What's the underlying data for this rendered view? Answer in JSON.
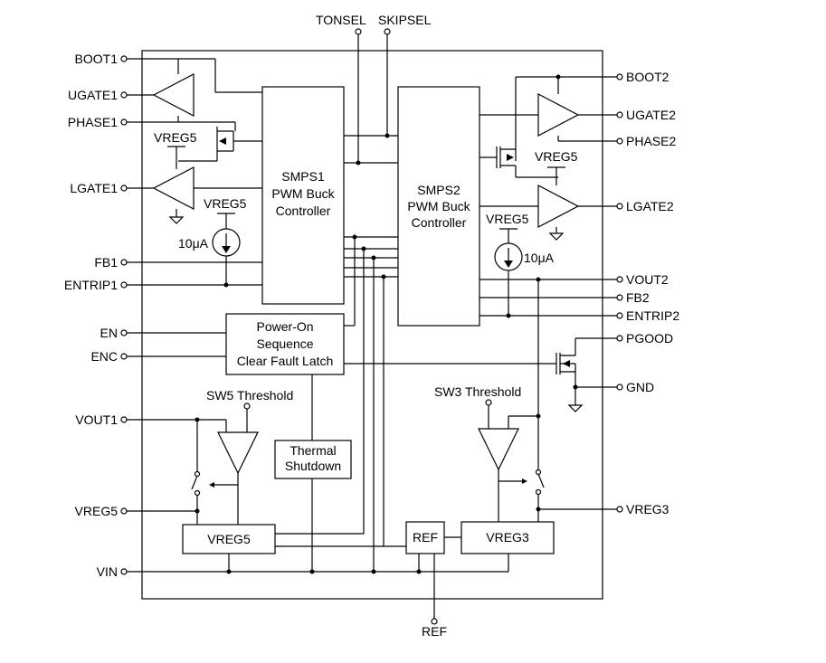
{
  "pins": {
    "top": [
      "TONSEL",
      "SKIPSEL"
    ],
    "left": [
      "BOOT1",
      "UGATE1",
      "PHASE1",
      "LGATE1",
      "FB1",
      "ENTRIP1",
      "EN",
      "ENC",
      "VOUT1",
      "VREG5",
      "VIN"
    ],
    "right": [
      "BOOT2",
      "UGATE2",
      "PHASE2",
      "LGATE2",
      "VOUT2",
      "FB2",
      "ENTRIP2",
      "PGOOD",
      "GND",
      "VREG3"
    ],
    "bottom": [
      "REF"
    ]
  },
  "blocks": {
    "smps1": [
      "SMPS1",
      "PWM Buck",
      "Controller"
    ],
    "smps2": [
      "SMPS2",
      "PWM Buck",
      "Controller"
    ],
    "power_on": [
      "Power-On",
      "Sequence",
      "Clear Fault Latch"
    ],
    "thermal": [
      "Thermal",
      "Shutdown"
    ],
    "vreg5": "VREG5",
    "vreg3": "VREG3",
    "ref": "REF"
  },
  "labels": {
    "vreg5_left_upper": "VREG5",
    "vreg5_left_lower": "VREG5",
    "vreg5_right_upper": "VREG5",
    "vreg5_right_lower": "VREG5",
    "current_left": "10μA",
    "current_right": "10μA",
    "sw5_threshold": "SW5 Threshold",
    "sw3_threshold": "SW3 Threshold"
  }
}
